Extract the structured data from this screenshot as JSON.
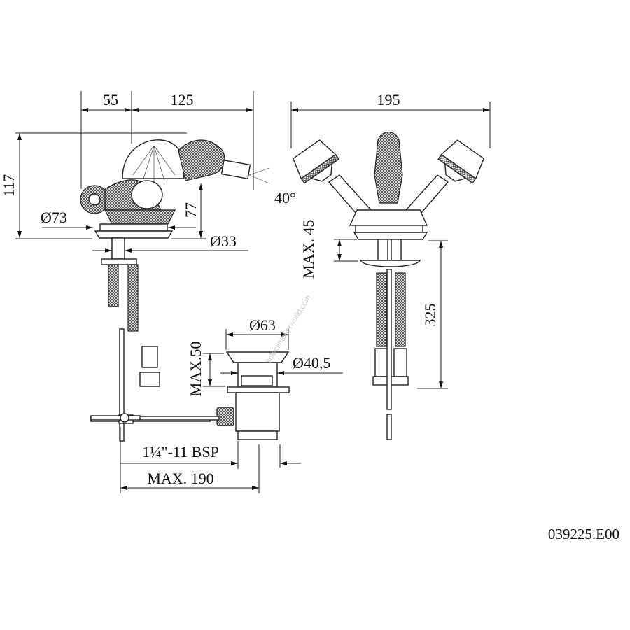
{
  "side_view": {
    "dim_spout_offset": "55",
    "dim_spout_reach": "125",
    "dim_height": "117",
    "dim_base_diameter": "Ø73",
    "dim_spout_height": "77",
    "dim_hole_diameter": "Ø33",
    "dim_spray_angle": "40°"
  },
  "front_view": {
    "dim_width": "195",
    "dim_max_thickness": "MAX. 45",
    "dim_hose_length": "325"
  },
  "drain": {
    "dim_flange_diameter": "Ø63",
    "dim_body_diameter": "Ø40,5",
    "dim_max_thickness": "MAX.50",
    "dim_thread": "1¼\"-11 BSP",
    "dim_max_length": "MAX. 190"
  },
  "drawing_code": "039225.E00",
  "watermark": "selectinteriorworld.com"
}
